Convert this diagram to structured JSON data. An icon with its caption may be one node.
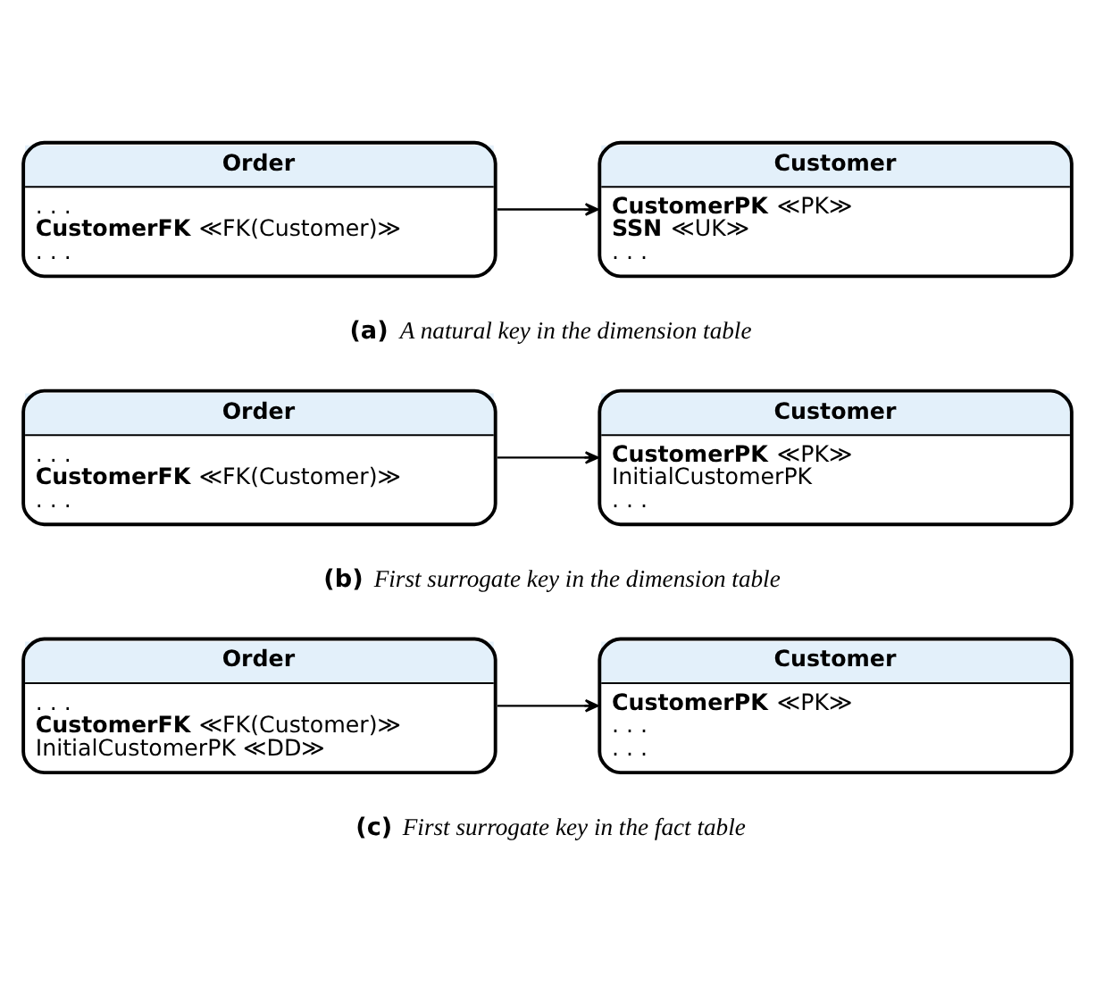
{
  "diagram": {
    "nodes": [
      {
        "text": [
          "Order",
          ". . .",
          "**CustomerFK** ≪FK(Customer)≫",
          ". . ."
        ]
      },
      {
        "text": [
          "Customer",
          "**CustomerPK** ≪PK≫",
          "**SSN** ≪UK≫",
          ". . ."
        ]
      },
      {
        "text": [
          "Order",
          ". . .",
          "**CustomerFK** ≪FK(Customer)≫",
          ". . ."
        ]
      },
      {
        "text": [
          "Customer",
          "**CustomerPK** ≪PK≫",
          "InitialCustomerPK",
          ". . ."
        ]
      },
      {
        "text": [
          "Order",
          ". . .",
          "**CustomerFK** ≪FK(Customer)≫",
          "InitialCustomerPK ≪DD≫"
        ]
      },
      {
        "text": [
          "Customer",
          "**CustomerPK** ≪PK≫",
          ". . .",
          ". . ."
        ]
      }
    ],
    "edges": [
      {
        "from": 0,
        "to": 1,
        "arrow": "to"
      },
      {
        "from": 2,
        "to": 3,
        "arrow": "to"
      },
      {
        "from": 4,
        "to": 5,
        "arrow": "to"
      }
    ],
    "labels": [
      "**(a)** *A natural key in the dimension table*",
      "**(b)** *First surrogate key in the dimension table*",
      "**(c)** *First surrogate key in the fact table*"
    ]
  }
}
